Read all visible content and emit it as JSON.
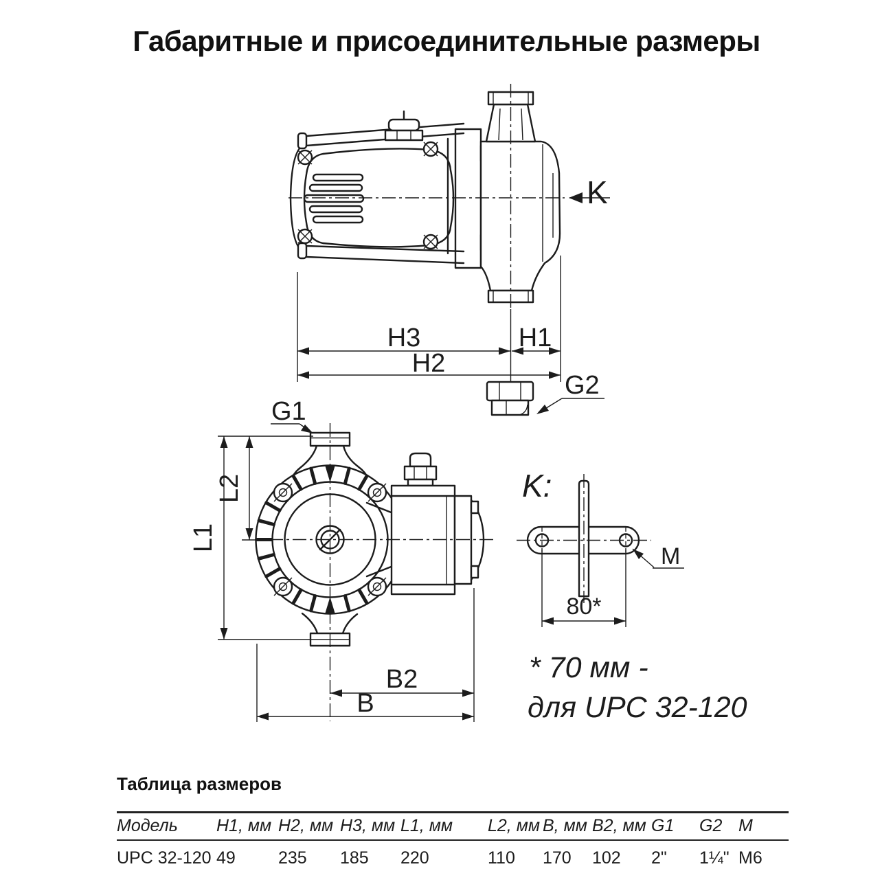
{
  "title": "Габаритные и присоединительные размеры",
  "diagram": {
    "side_view": {
      "dim_h3": "H3",
      "dim_h1": "H1",
      "dim_h2": "H2",
      "label_g2": "G2",
      "label_k": "K"
    },
    "front_view": {
      "dim_l1": "L1",
      "dim_l2": "L2",
      "dim_b": "B",
      "dim_b2": "B2",
      "label_g1": "G1"
    },
    "k_view": {
      "title": "K:",
      "dim_spacing": "80*",
      "label_m": "M"
    },
    "note_line1": "* 70 мм -",
    "note_line2": "для UPC 32-120"
  },
  "table": {
    "title": "Таблица размеров",
    "headers": [
      "Модель",
      "H1, мм",
      "H2, мм",
      "H3, мм",
      "L1, мм",
      "L2, мм",
      "B, мм",
      "B2, мм",
      "G1",
      "G2",
      "M"
    ],
    "rows": [
      [
        "UPC 32-120",
        "49",
        "235",
        "185",
        "220",
        "110",
        "170",
        "102",
        "2\"",
        "1¼\"",
        "M6"
      ]
    ]
  },
  "colors": {
    "ink": "#1c1c1c",
    "background": "#ffffff"
  }
}
